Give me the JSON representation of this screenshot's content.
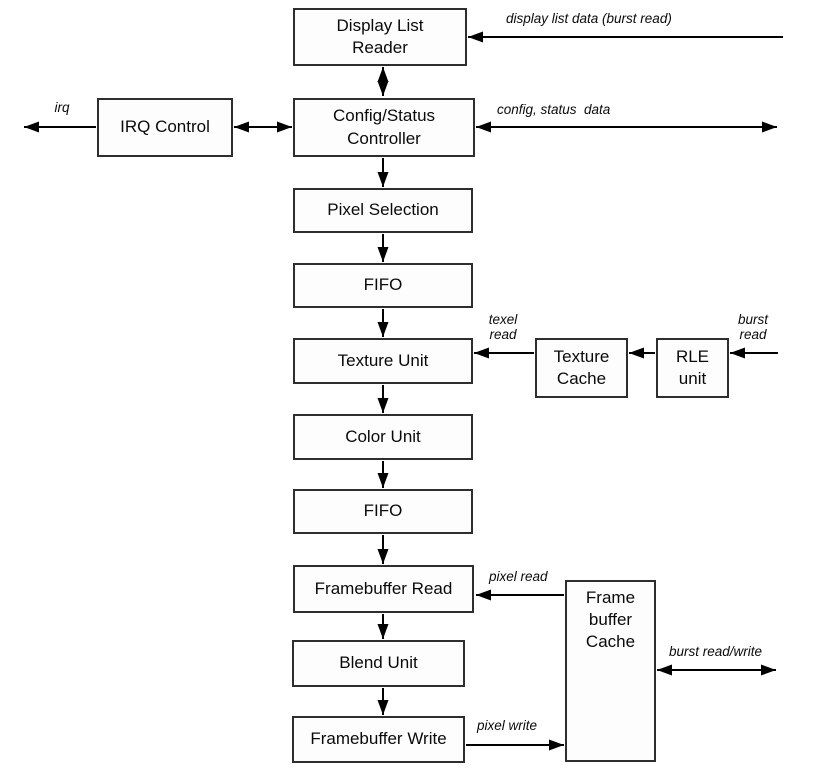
{
  "diagram": {
    "kind": "block-diagram",
    "colors": {
      "background": "#ffffff",
      "box_fill": "#fdfdfd",
      "box_border": "#2e2e2e",
      "ink": "#000000"
    },
    "nodes": {
      "display_list_reader": "Display List\nReader",
      "irq_control": "IRQ Control",
      "config_status_controller": "Config/Status\nController",
      "pixel_selection": "Pixel Selection",
      "fifo_1": "FIFO",
      "texture_unit": "Texture Unit",
      "color_unit": "Color Unit",
      "fifo_2": "FIFO",
      "framebuffer_read": "Framebuffer Read",
      "blend_unit": "Blend Unit",
      "framebuffer_write": "Framebuffer Write",
      "texture_cache": "Texture\nCache",
      "rle_unit": "RLE\nunit",
      "framebuffer_cache": "Frame\nbuffer\nCache"
    },
    "edge_labels": {
      "irq": "irq",
      "display_list_data": "display list data (burst read)",
      "config_status_data": "config, status  data",
      "texel_read": "texel\nread",
      "burst_read": "burst\nread",
      "pixel_read": "pixel read",
      "pixel_write": "pixel write",
      "burst_read_write": "burst read/write"
    }
  }
}
